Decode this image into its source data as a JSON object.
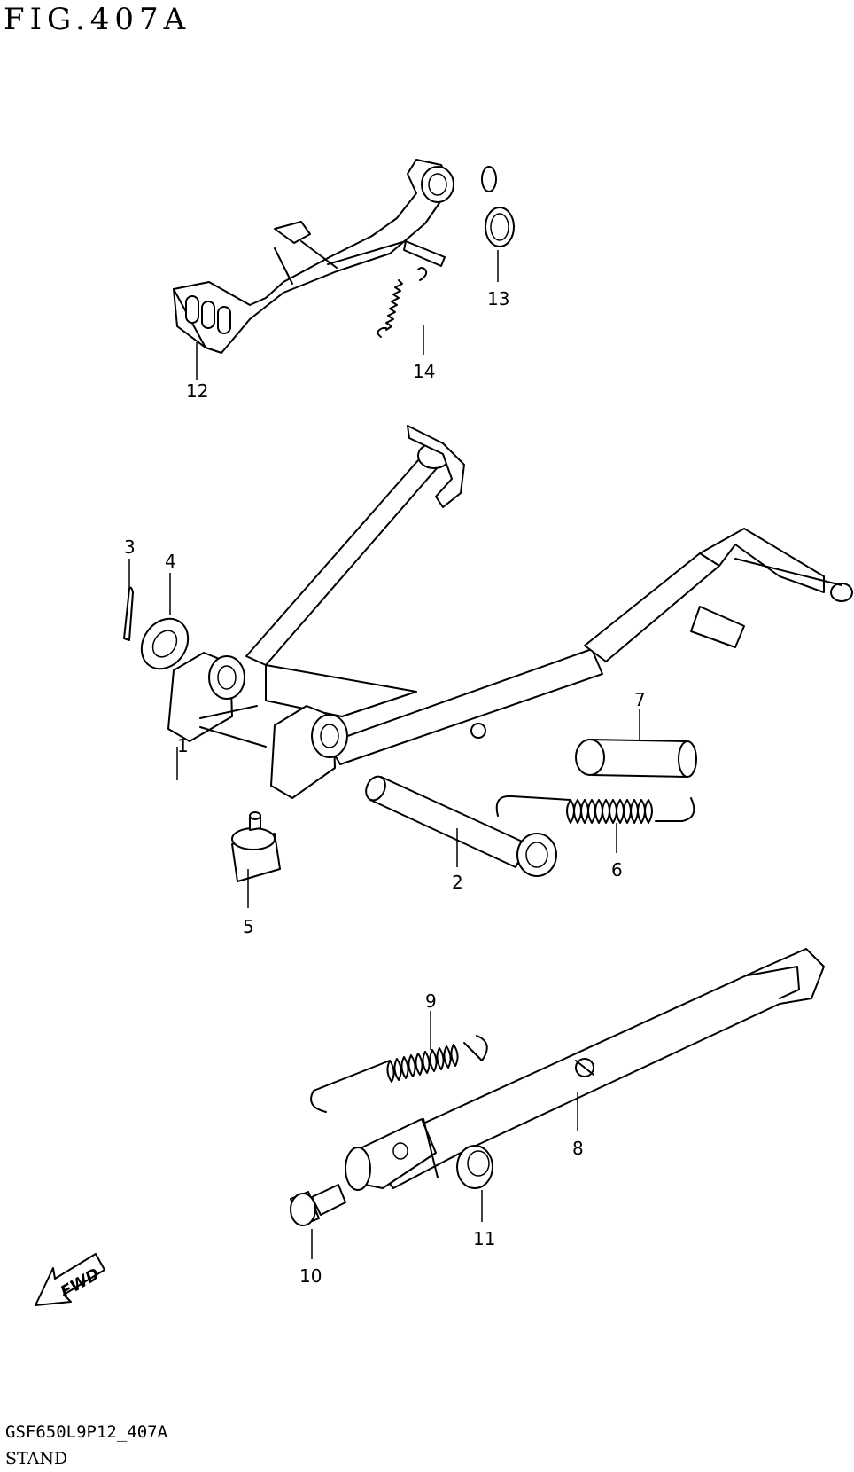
{
  "figure": {
    "title": "FIG.407A"
  },
  "footer": {
    "code": "GSF650L9P12_407A",
    "name": "STAND"
  },
  "fwd_label": "FWD",
  "callouts": [
    "1",
    "2",
    "3",
    "4",
    "5",
    "6",
    "7",
    "8",
    "9",
    "10",
    "11",
    "12",
    "13",
    "14"
  ]
}
